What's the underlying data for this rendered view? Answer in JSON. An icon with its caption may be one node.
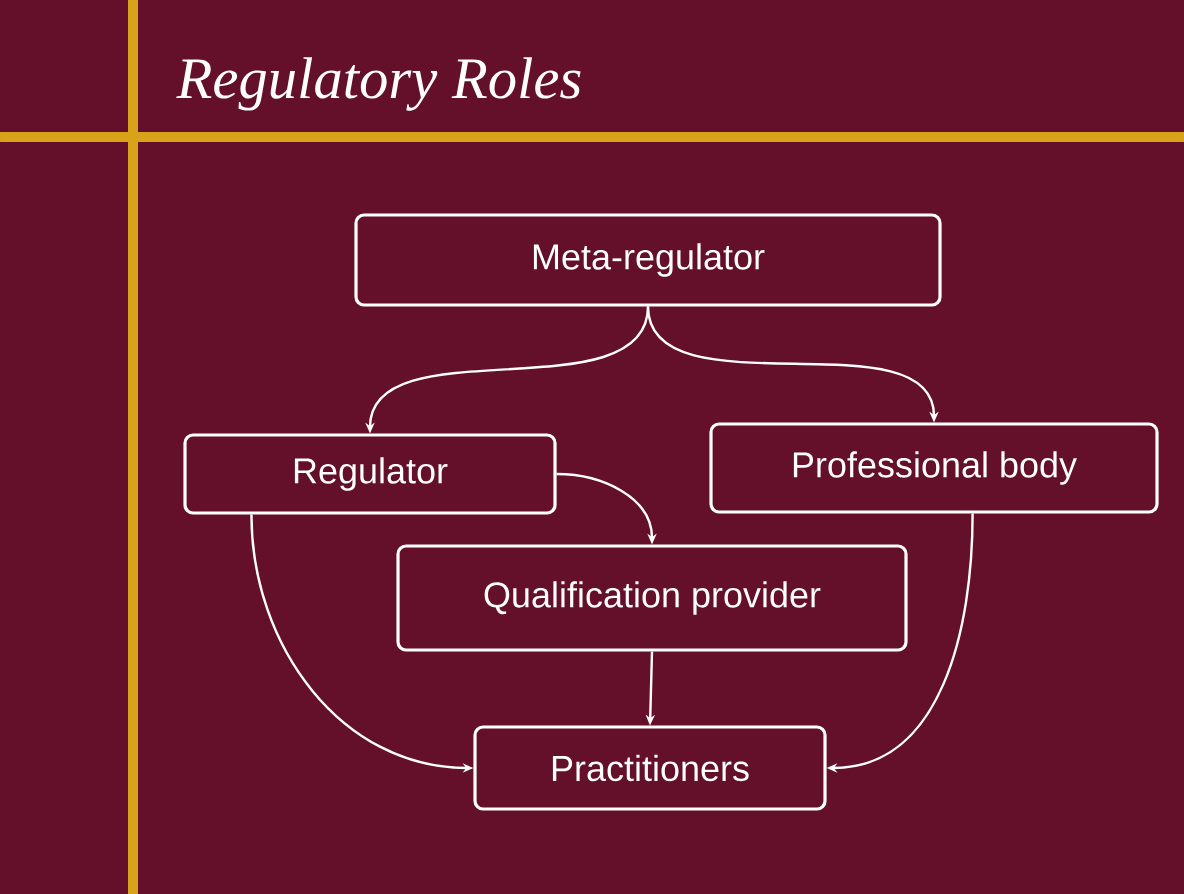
{
  "diagram": {
    "title": "Regulatory Roles",
    "nodes": [
      {
        "text": [
          "Meta-regulator"
        ]
      },
      {
        "text": [
          "Regulator"
        ]
      },
      {
        "text": [
          "Professional body"
        ]
      },
      {
        "text": [
          "Qualification provider"
        ]
      },
      {
        "text": [
          "Practitioners"
        ]
      }
    ],
    "edges": [
      {
        "from": 0,
        "to": 1,
        "arrow": "to"
      },
      {
        "from": 0,
        "to": 2,
        "arrow": "to"
      },
      {
        "from": 1,
        "to": 3,
        "arrow": "to"
      },
      {
        "from": 3,
        "to": 4,
        "arrow": "to"
      },
      {
        "from": 1,
        "to": 4,
        "arrow": "to"
      },
      {
        "from": 2,
        "to": 4,
        "arrow": "to"
      }
    ]
  }
}
